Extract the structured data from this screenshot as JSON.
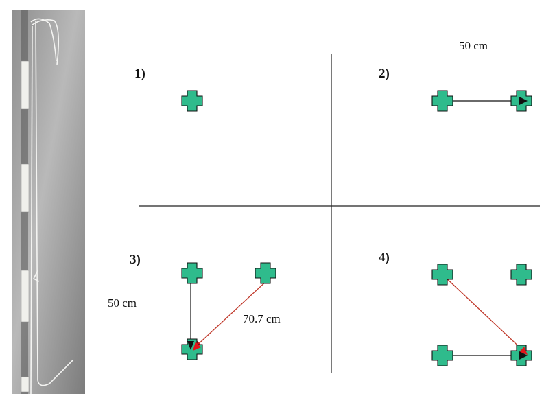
{
  "panels": [
    {
      "number": "1)"
    },
    {
      "number": "2)",
      "distance_label": "50 cm"
    },
    {
      "number": "3)",
      "vertical_label": "50 cm",
      "diagonal_label": "70.7 cm"
    },
    {
      "number": "4)"
    }
  ],
  "colors": {
    "marker_fill": "#2fbb8c",
    "marker_stroke": "#111111",
    "arrow_black": "#111111",
    "arrow_red": "#c0392b",
    "arrow_head_red": "#e3141a",
    "divider": "#222222"
  }
}
